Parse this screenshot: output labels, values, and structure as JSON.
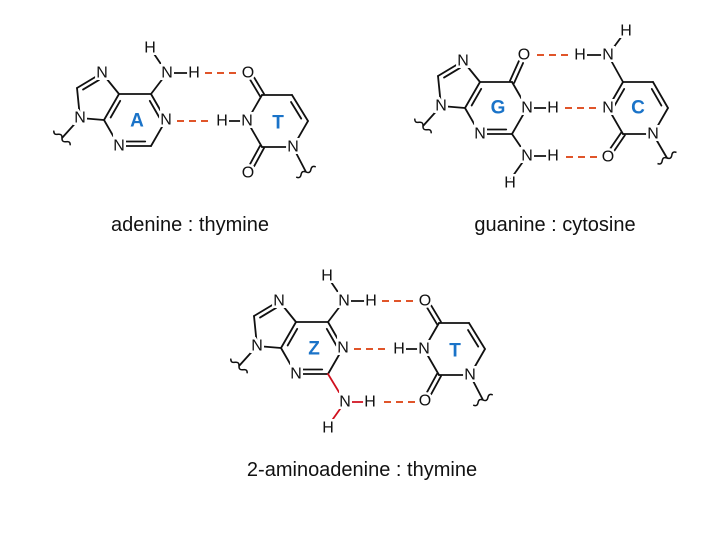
{
  "atoms": {
    "N": "N",
    "H": "H",
    "O": "O"
  },
  "bases": {
    "adenine": "A",
    "thymine": "T",
    "guanine": "G",
    "cytosine": "C",
    "aminoadenine": "Z"
  },
  "captions": {
    "at": "adenine : thymine",
    "gc": "guanine : cytosine",
    "zt": "2-aminoadenine : thymine"
  },
  "colors": {
    "bond": "#111111",
    "hbond": "#e0552a",
    "base_label": "#1a73c8",
    "highlight": "#d0101e"
  }
}
